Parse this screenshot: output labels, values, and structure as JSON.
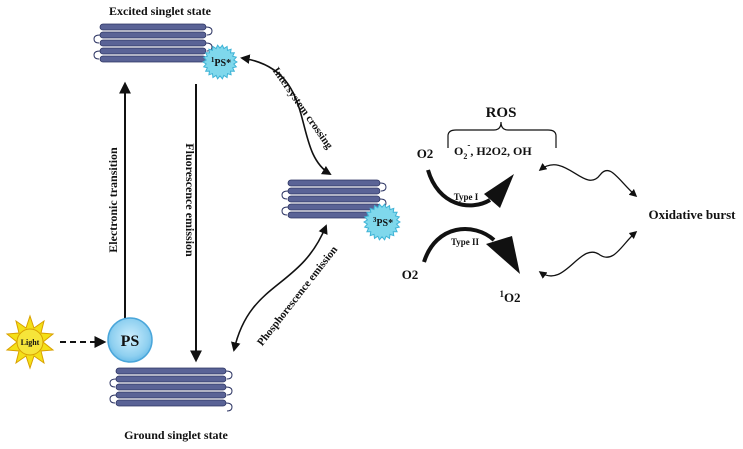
{
  "title_top": "Excited singlet state",
  "title_bottom": "Ground singlet state",
  "ps_label": "PS",
  "light_label": "Light",
  "singlet_excited": {
    "sup": "1",
    "main": "PS*"
  },
  "triplet_excited": {
    "sup": "3",
    "main": "PS*"
  },
  "electronic_transition": "Electronic transition",
  "fluorescence_emission": "Fluorescence emission",
  "intersystem_crossing": "Intersystem crossing",
  "phosphorescence_emission": "Phosphorescence emission",
  "ros_label": "ROS",
  "ros_species": {
    "superoxide_main": "O",
    "superoxide_sub": "2",
    "superoxide_sup": "-",
    "rest": ", H2O2, OH"
  },
  "o2_top": "O2",
  "o2_bottom": "O2",
  "type1": "Type I",
  "type2": "Type II",
  "singlet_oxygen": {
    "sup": "1",
    "main": "O2"
  },
  "oxidative_burst": "Oxidative burst",
  "colors": {
    "level_fill": "#5a6396",
    "level_stroke": "#2c3463",
    "glow_fill": "#7fd8ec",
    "glow_stroke": "#3fb3d6",
    "ps_glow": "#8fd0f0",
    "sun_fill": "#f4e018",
    "sun_stroke": "#d9a000",
    "ink": "#111111"
  }
}
